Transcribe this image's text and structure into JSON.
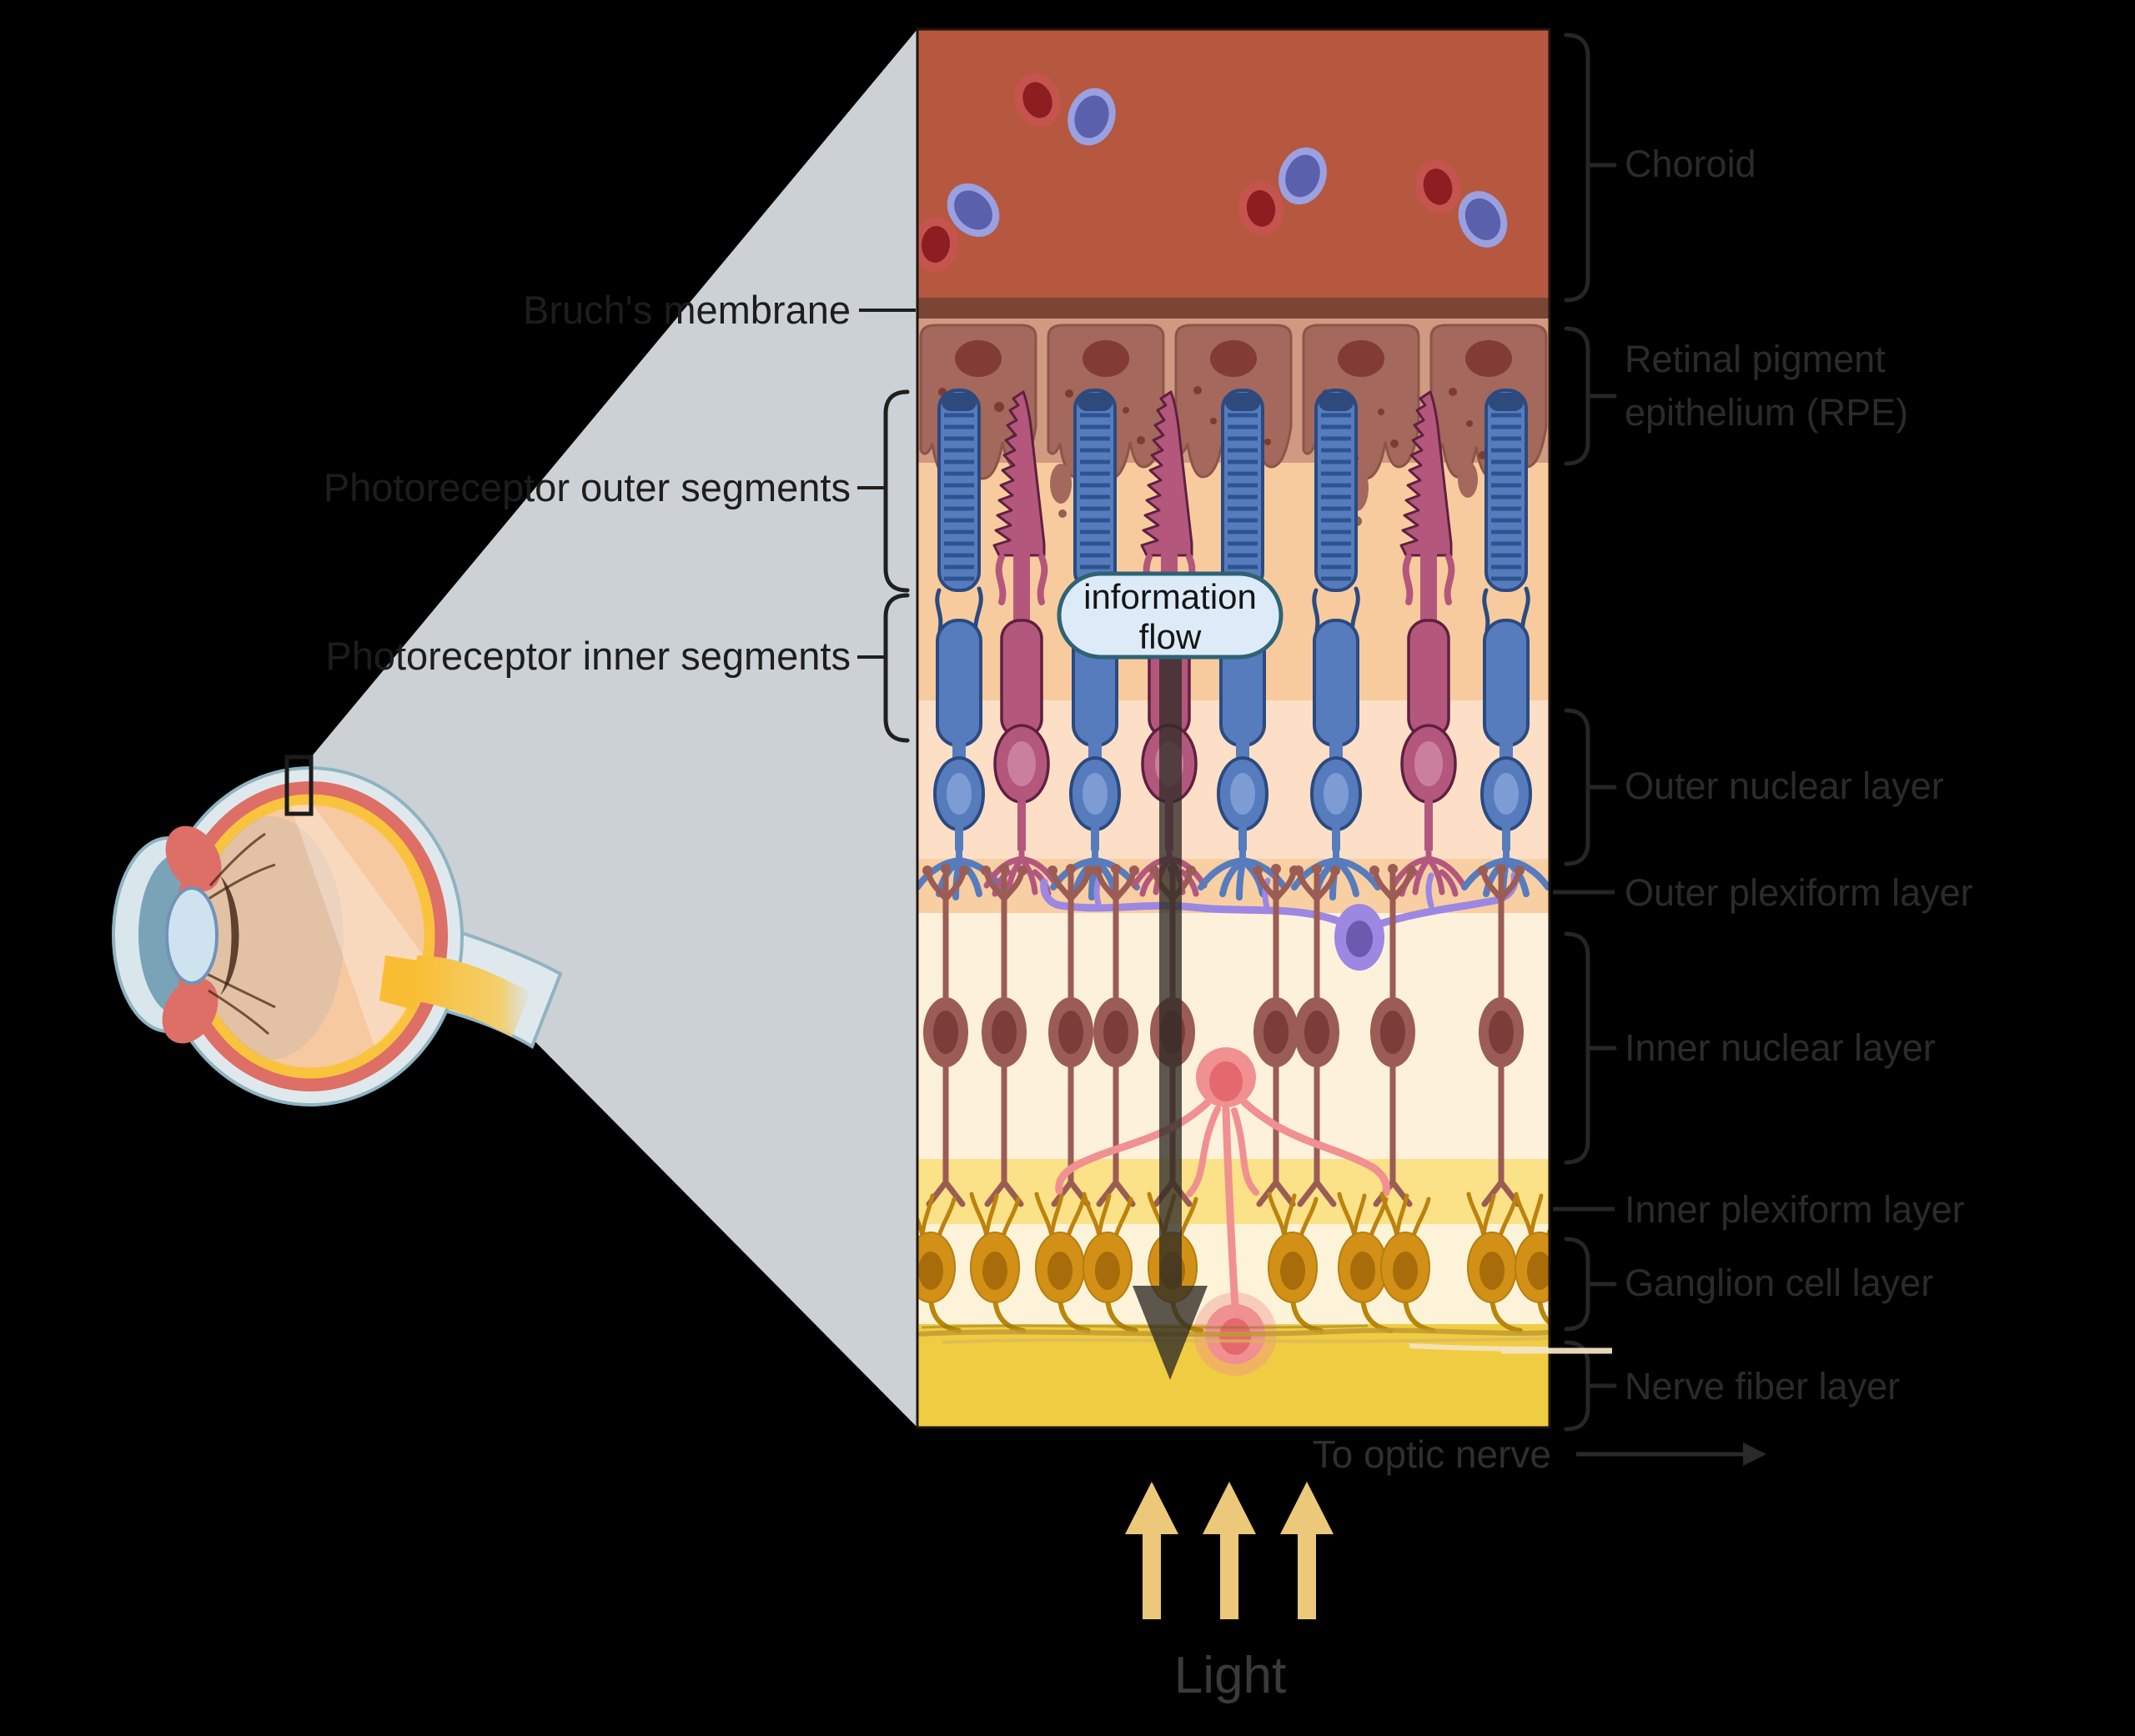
{
  "labels": {
    "left": {
      "bruchs_membrane": "Bruch's membrane",
      "photoreceptor_outer_segments": "Photoreceptor outer segments",
      "photoreceptor_inner_segments": "Photoreceptor inner segments"
    },
    "right": {
      "choroid": "Choroid",
      "rpe_line1": "Retinal pigment",
      "rpe_line2": "epithelium (RPE)",
      "outer_nuclear_layer": "Outer nuclear layer",
      "outer_plexiform_layer": "Outer plexiform layer",
      "inner_nuclear_layer": "Inner nuclear layer",
      "inner_plexiform_layer": "Inner plexiform layer",
      "ganglion_cell_layer": "Ganglion cell layer",
      "nerve_fiber_layer": "Nerve fiber layer"
    },
    "annotations": {
      "information_flow_line1": "information",
      "information_flow_line2": "flow",
      "to_optic_nerve": "To optic nerve",
      "light": "Light"
    }
  },
  "colors": {
    "background": "#000000",
    "beam_gray": "#ccd1d5",
    "choroid_band": "#b5583f",
    "bruchs_band": "#7a4534",
    "rpe_zone": "#cf9a81",
    "rpe_cell": "#a4685c",
    "outer_segment_zone": "#f8cb9e",
    "outer_nuclear_zone": "#fcdfc6",
    "outer_plexiform_band": "#f8cfa2",
    "inner_nuclear_band": "#fdf1dc",
    "inner_plexiform_band": "#fbe187",
    "ganglion_cell_band": "#fdf3d8",
    "nerve_fiber_band": "#f0cc42",
    "rod_cell": "#567cbe",
    "cone_cell": "#b4577d",
    "bipolar_cell": "#9b5c55",
    "horizontal_cell": "#9c87e3",
    "amacrine_cell": "#f09090",
    "ganglion_cell": "#d29016",
    "red_blood_cell": "#8c1d20",
    "blue_immune_cell": "#5a60ab",
    "light_arrow": "#ecc87a",
    "info_bubble_fill": "#ddebf9",
    "info_bubble_stroke": "#2e6376",
    "eye_sclera": "#dfe9ed",
    "eye_choroid_ring": "#dd6f66",
    "eye_retina_ring": "#f9c33e",
    "optic_nerve_yellow": "#f9bd33"
  }
}
